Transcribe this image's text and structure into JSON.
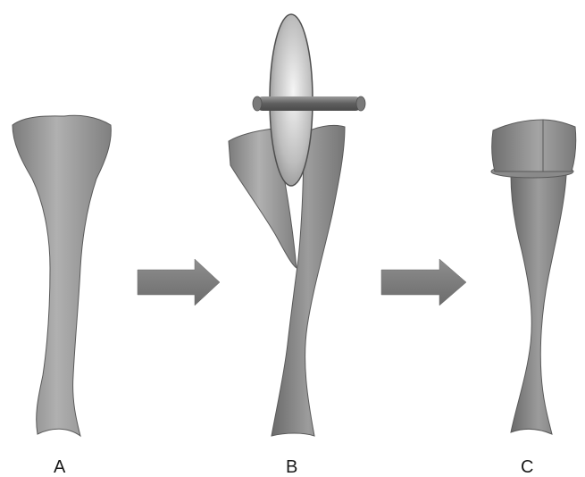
{
  "panels": [
    {
      "label": "A"
    },
    {
      "label": "B"
    },
    {
      "label": "C"
    }
  ],
  "colors": {
    "bone_light": "#a9a9a9",
    "bone_mid": "#8c8c8c",
    "bone_dark": "#6e6e6e",
    "arrow": "#7f7f7f",
    "saw_blade_light": "#f2f2f2",
    "saw_blade_dark": "#8a8a8a",
    "background": "#ffffff"
  },
  "icons": {
    "arrow_1": "right-arrow-icon",
    "arrow_2": "right-arrow-icon",
    "saw": "circular-saw-icon"
  }
}
